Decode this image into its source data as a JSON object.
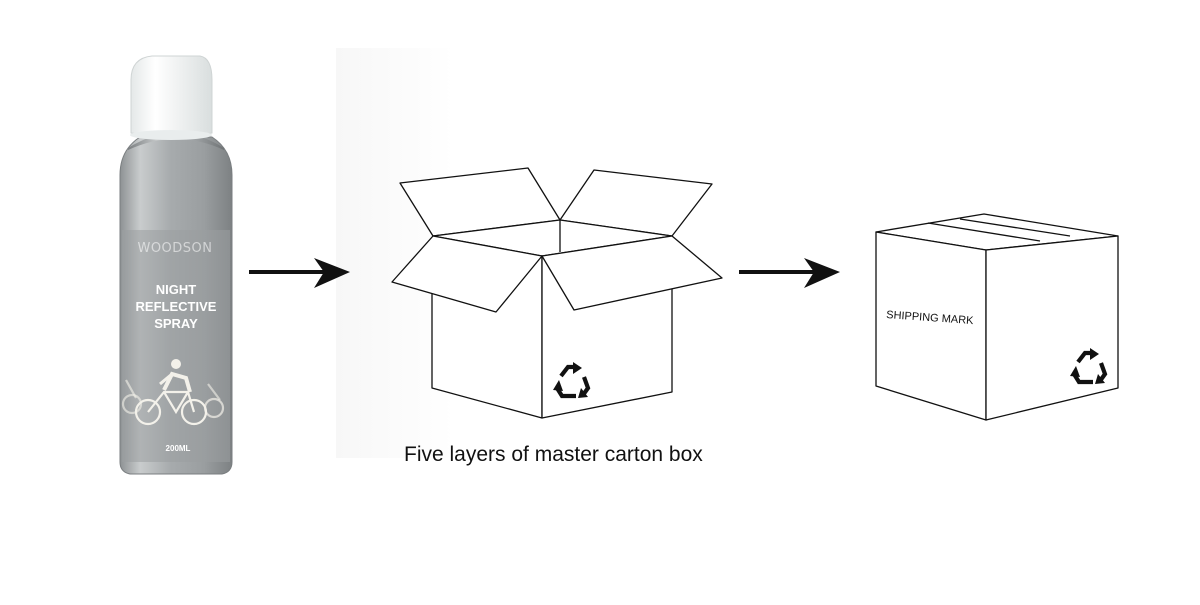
{
  "product": {
    "brand": "WOODSON",
    "name_lines": [
      "NIGHT",
      "REFLECTIVE",
      "SPRAY"
    ],
    "volume": "200ML"
  },
  "caption": "Five layers of master carton box",
  "shipping_box": {
    "label": "SHIPPING MARK"
  },
  "icons": [
    "arrow-right-icon",
    "recycle-icon"
  ]
}
